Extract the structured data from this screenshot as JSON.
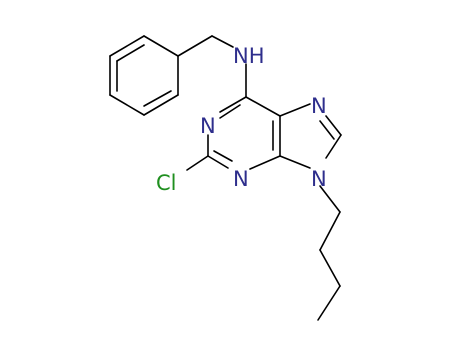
{
  "molecule": {
    "atom_labels": {
      "nh": "NH",
      "n1": "N",
      "n3": "N",
      "n7": "N",
      "n9": "N",
      "cl": "Cl"
    },
    "colors": {
      "bond": "#000000",
      "nitrogen": "#2e2e8c",
      "chlorine": "#1f8f1f"
    }
  }
}
